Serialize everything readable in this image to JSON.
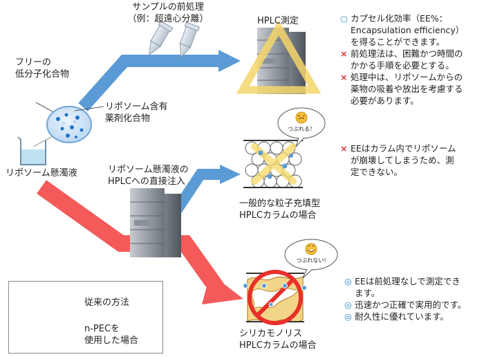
{
  "labels": {
    "pretreatment": "サンプルの前処理\n（例：超遠心分離）",
    "hplc_measure": "HPLC測定",
    "free_compound": "フリーの\n低分子化合物",
    "liposome_drug": "リポソーム含有\n薬剤化合物",
    "suspension": "リポソーム懸濁液",
    "direct_injection": "リポソーム懸濁液の\nHPLCへの直接注入",
    "packed_column": "一般的な粒子充填型\nHPLCカラムの場合",
    "monolith_column": "シリカモノリス\nHPLCカラムの場合"
  },
  "bubbles": {
    "crushed": "つぶれる！",
    "not_crushed": "つぶれない!"
  },
  "notes": {
    "top": [
      {
        "marker": "○",
        "color": "#2e8bc9",
        "text": "カプセル化効率（EE%：\nEncapsulation efficiency）\nを得ることができます。"
      },
      {
        "marker": "×",
        "color": "#e03030",
        "text": "前処理法は、困難かつ時間の\nかかる手順を必要とする。"
      },
      {
        "marker": "×",
        "color": "#e03030",
        "text": "処理中は、リポソームからの\n薬物の吸着や放出を考慮する\n必要があります。"
      }
    ],
    "middle": [
      {
        "marker": "×",
        "color": "#e03030",
        "text": "EEはカラム内でリポソーム\nが崩壊してしまうため、測\n定できない。"
      }
    ],
    "bottom": [
      {
        "marker": "◎",
        "color": "#2e8bc9",
        "text": "EEは前処理なしで測定でき\nます。"
      },
      {
        "marker": "◎",
        "color": "#2e8bc9",
        "text": "迅速かつ正確で実用的です。"
      },
      {
        "marker": "◎",
        "color": "#2e8bc9",
        "text": "耐久性に優れています。"
      }
    ]
  },
  "legend": {
    "conventional": "従来の方法",
    "npec": "n-PECを\n使用した場合"
  },
  "colors": {
    "blue_arrow": "#5b9bd5",
    "red_arrow": "#f55a5a",
    "triangle": "#f5d66b",
    "prohibit": "#e8302a",
    "cross": "#f7dc6f"
  }
}
